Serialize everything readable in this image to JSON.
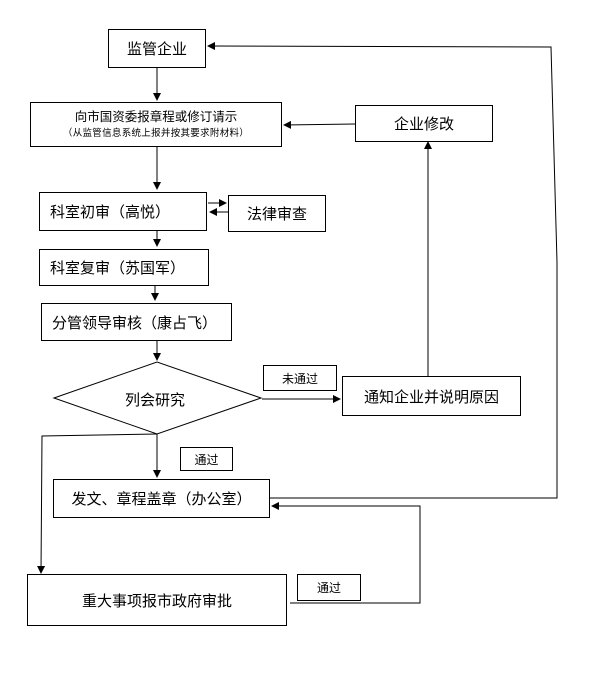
{
  "nodes": {
    "enterprise": "监管企业",
    "submit_line1": "向市国资委报章程或修订请示",
    "submit_line2": "（从监管信息系统上报并按其要求附材料）",
    "enterprise_revise": "企业修改",
    "first_review": "科室初审（高悦）",
    "legal_review": "法律审查",
    "second_review": "科室复审（苏国军）",
    "leader_review": "分管领导审核（康占飞）",
    "meeting_study": "列会研究",
    "notify_enterprise": "通知企业并说明原因",
    "issue_document": "发文、章程盖章（办公室）",
    "major_report": "重大事项报市政府审批"
  },
  "labels": {
    "not_passed": "未通过",
    "passed": "通过",
    "passed_2": "通过"
  }
}
